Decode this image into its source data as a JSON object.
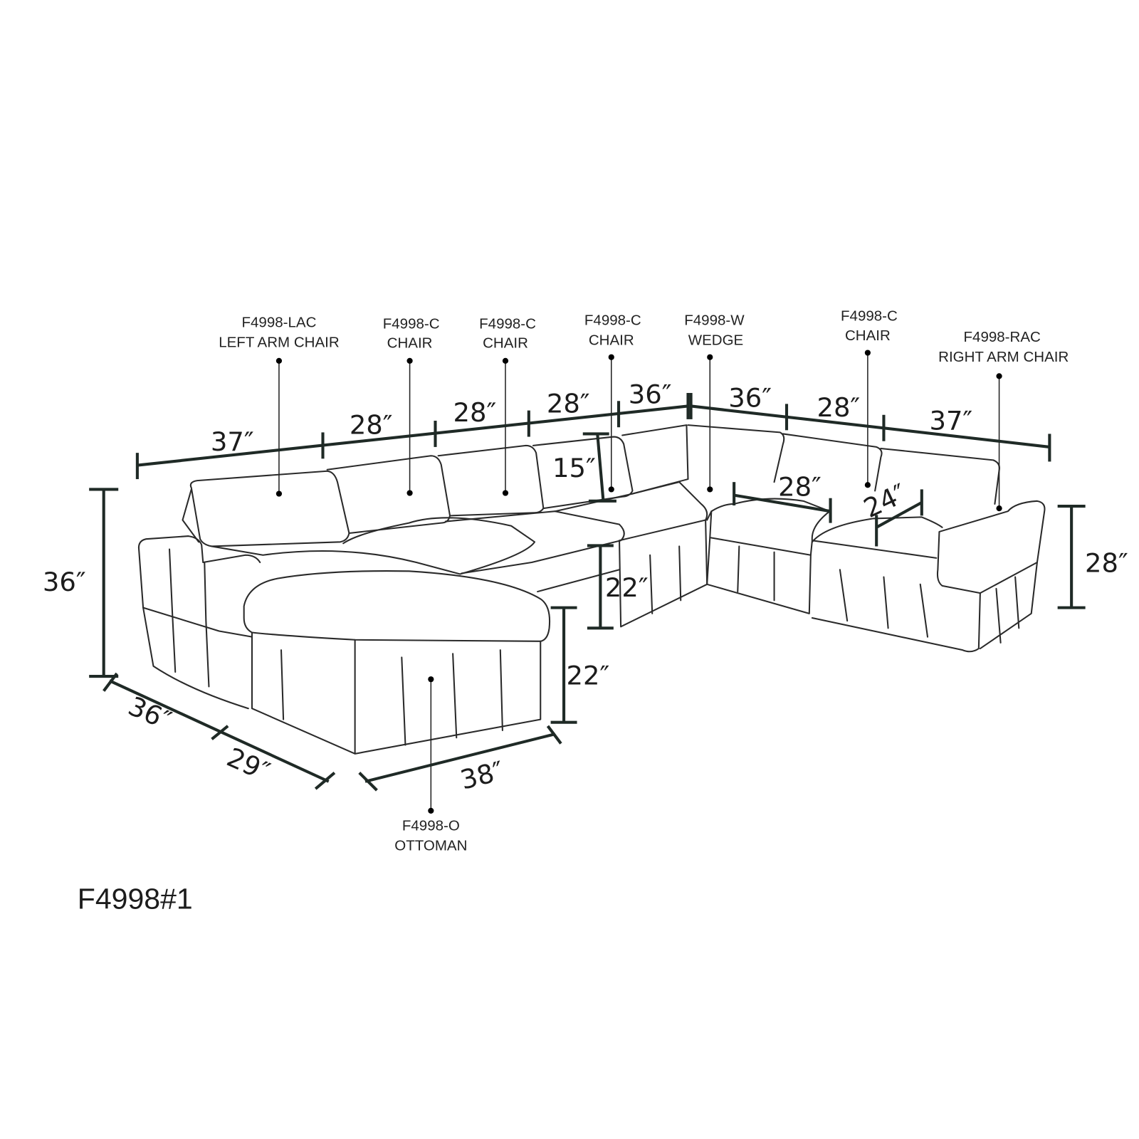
{
  "title": "F4998#1",
  "parts": [
    {
      "code": "F4998-LAC",
      "name": "LEFT ARM CHAIR"
    },
    {
      "code": "F4998-C",
      "name": "CHAIR"
    },
    {
      "code": "F4998-C",
      "name": "CHAIR"
    },
    {
      "code": "F4998-C",
      "name": "CHAIR"
    },
    {
      "code": "F4998-W",
      "name": "WEDGE"
    },
    {
      "code": "F4998-C",
      "name": "CHAIR"
    },
    {
      "code": "F4998-RAC",
      "name": "RIGHT ARM CHAIR"
    },
    {
      "code": "F4998-O",
      "name": "OTTOMAN"
    }
  ],
  "dimensions": {
    "top_left": [
      "37″",
      "28″",
      "28″",
      "28″",
      "36″"
    ],
    "top_right": [
      "36″",
      "28″",
      "37″"
    ],
    "overall_height": "36″",
    "arm_height": "28″",
    "back_height": "15″",
    "seat_height": "22″",
    "ottoman_height": "22″",
    "depth_left_1": "36″",
    "depth_left_2": "29″",
    "ottoman_width": "38″",
    "seat_depth": "28″",
    "seat_width": "24″"
  }
}
